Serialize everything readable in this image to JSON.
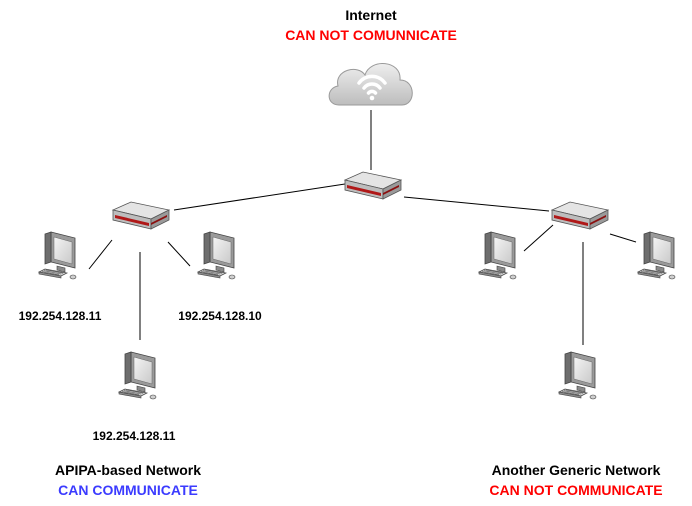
{
  "colors": {
    "negative": "#ff0000",
    "positive": "#3b3bff",
    "line": "#000000",
    "device_body": "#c8c8c8",
    "device_accent": "#b01818"
  },
  "icons": {
    "internet": "cloud-wifi-icon",
    "switch": "network-switch-icon",
    "computer": "desktop-computer-icon"
  },
  "internet": {
    "title": "Internet",
    "status": "CAN NOT COMUNNICATE"
  },
  "apipa_network": {
    "title": "APIPA-based Network",
    "status": "CAN COMMUNICATE",
    "hosts": [
      {
        "ip": "192.254.128.11"
      },
      {
        "ip": "192.254.128.10"
      },
      {
        "ip": "192.254.128.11"
      }
    ]
  },
  "generic_network": {
    "title": "Another Generic Network",
    "status": "CAN NOT COMMUNICATE"
  }
}
